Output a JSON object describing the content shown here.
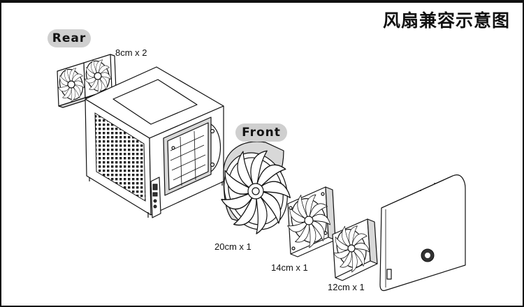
{
  "title": "风扇兼容示意图",
  "tags": {
    "rear": "Rear",
    "front": "Front"
  },
  "fan_labels": {
    "rear": "8cm x 2",
    "front_large": "20cm x 1",
    "front_medium": "14cm x 1",
    "front_small": "12cm x 1"
  }
}
